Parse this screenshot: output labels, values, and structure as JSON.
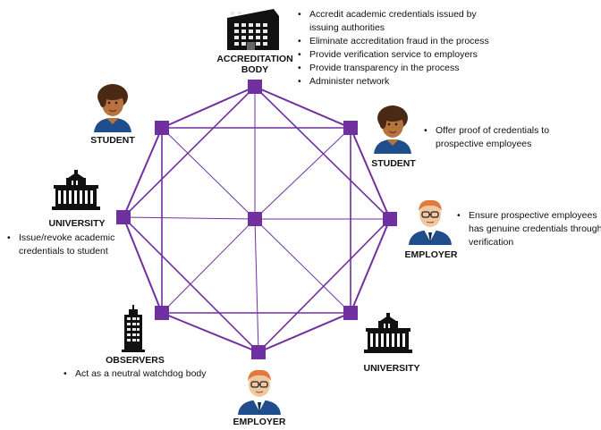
{
  "nodes": {
    "accreditation": {
      "label_line1": "ACCREDITATION",
      "label_line2": "BODY"
    },
    "student_left": {
      "label": "STUDENT"
    },
    "student_right": {
      "label": "STUDENT"
    },
    "university_left": {
      "label": "UNIVERSITY"
    },
    "university_right": {
      "label": "UNIVERSITY"
    },
    "employer_right": {
      "label": "EMPLOYER"
    },
    "employer_bottom": {
      "label": "EMPLOYER"
    },
    "observers": {
      "label": "OBSERVERS"
    }
  },
  "roles": {
    "accreditation": [
      "Accredit academic credentials issued by issuing authorities",
      "Eliminate accreditation fraud in the process",
      "Provide verification service to employers",
      "Provide transparency in the process",
      "Administer network"
    ],
    "student": [
      "Offer proof of credentials to prospective employees"
    ],
    "employer": [
      "Ensure prospective employees has genuine credentials through verification"
    ],
    "university": [
      "Issue/revoke academic credentials to student"
    ],
    "observers": [
      "Act as a neutral watchdog body"
    ]
  },
  "colors": {
    "network": "#7030a0",
    "node": "#7030a0",
    "skin": "#b5733f",
    "hair": "#4a2a14",
    "shirt": "#1f4e8c",
    "building": "#111111"
  }
}
